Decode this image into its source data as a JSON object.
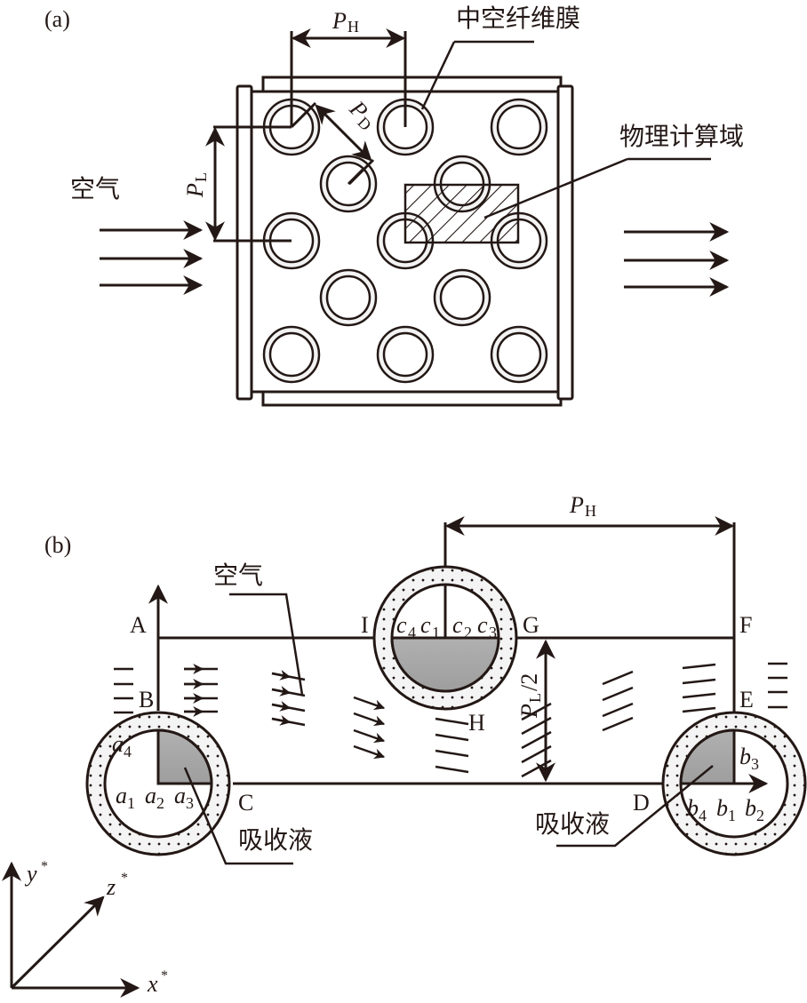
{
  "panel_a": {
    "label": "(a)",
    "air_label": "空气",
    "membrane_label": "中空纤维膜",
    "domain_label": "物理计算域",
    "pitch_h": {
      "main": "P",
      "sub": "H"
    },
    "pitch_l": {
      "main": "P",
      "sub": "L"
    },
    "pitch_d": {
      "main": "P",
      "sub": "D"
    },
    "fiber_rows": 5,
    "fiber_count": 13,
    "inlet_arrows": 3,
    "outlet_arrows": 3
  },
  "panel_b": {
    "label": "(b)",
    "air_label": "空气",
    "absorbent_label_left": "吸收液",
    "absorbent_label_right": "吸收液",
    "pitch_h": {
      "main": "P",
      "sub": "H"
    },
    "half_pitch_l": {
      "main": "P",
      "sub": "L",
      "suffix": "/2"
    },
    "points": {
      "A": "A",
      "B": "B",
      "C": "C",
      "D": "D",
      "E": "E",
      "F": "F",
      "G": "G",
      "H": "H",
      "I": "I"
    },
    "boundary_labels": {
      "a1": {
        "main": "a",
        "sub": "1"
      },
      "a2": {
        "main": "a",
        "sub": "2"
      },
      "a3": {
        "main": "a",
        "sub": "3"
      },
      "a4": {
        "main": "a",
        "sub": "4"
      },
      "b1": {
        "main": "b",
        "sub": "1"
      },
      "b2": {
        "main": "b",
        "sub": "2"
      },
      "b3": {
        "main": "b",
        "sub": "3"
      },
      "b4": {
        "main": "b",
        "sub": "4"
      },
      "c1": {
        "main": "c",
        "sub": "1"
      },
      "c2": {
        "main": "c",
        "sub": "2"
      },
      "c3": {
        "main": "c",
        "sub": "3"
      },
      "c4": {
        "main": "c",
        "sub": "4"
      }
    }
  },
  "axes": {
    "x": {
      "main": "x",
      "sup": "*"
    },
    "y": {
      "main": "y",
      "sup": "*"
    },
    "z": {
      "main": "z",
      "sup": "*"
    }
  },
  "colors": {
    "ink": "#231815",
    "liquid_fill": "#a9a9a9",
    "membrane_fill": "#f2f2f2"
  }
}
